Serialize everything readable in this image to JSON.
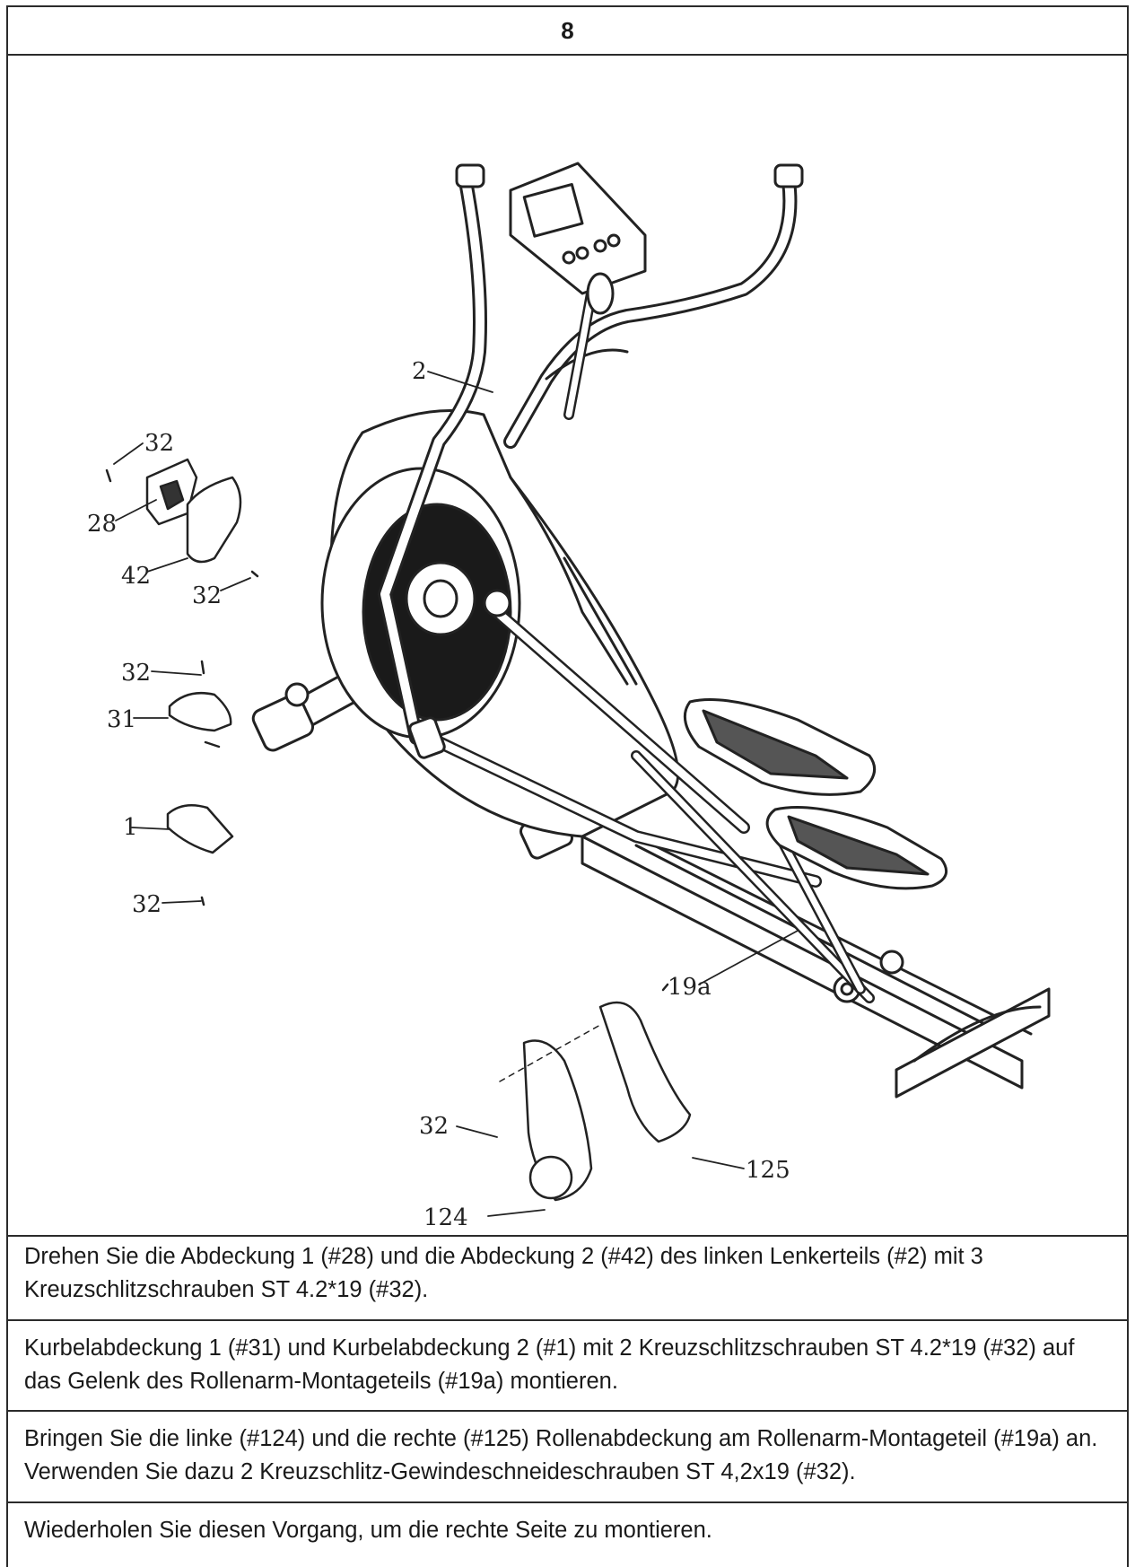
{
  "step": {
    "number": "8"
  },
  "diagram": {
    "callouts": {
      "c2": "2",
      "c32a": "32",
      "c28": "28",
      "c42": "42",
      "c32b": "32",
      "c32c": "32",
      "c31": "31",
      "c1": "1",
      "c32d": "32",
      "c19a": "19a",
      "c32e": "32",
      "c125": "125",
      "c124": "124"
    }
  },
  "instructions": [
    "Drehen Sie die Abdeckung 1 (#28) und die Abdeckung 2 (#42) des linken Lenkerteils (#2) mit 3 Kreuzschlitzschrauben ST 4.2*19 (#32).",
    "Kurbelabdeckung 1 (#31) und Kurbelabdeckung 2 (#1) mit 2 Kreuzschlitzschrauben ST 4.2*19 (#32) auf das Gelenk des Rollenarm-Montageteils (#19a) montieren.",
    "Bringen Sie die linke (#124) und die rechte (#125) Rollenabdeckung am Rollenarm-Montageteil (#19a) an. Verwenden Sie dazu 2 Kreuzschlitz-Gewindeschneideschrauben ST 4,2x19 (#32).",
    "Wiederholen Sie diesen Vorgang, um die rechte Seite zu montieren."
  ]
}
